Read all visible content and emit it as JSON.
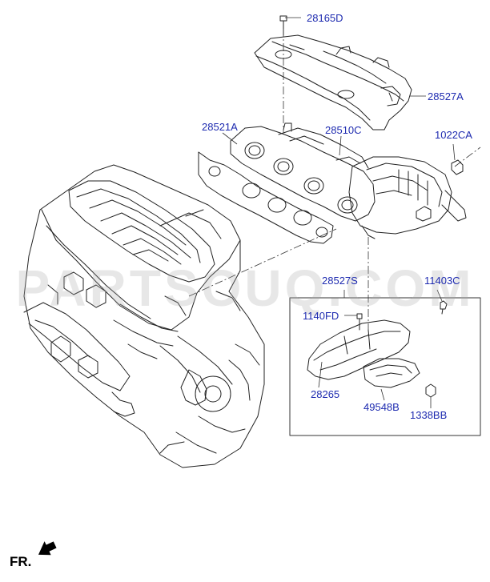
{
  "diagram": {
    "callouts": [
      {
        "id": "28165D",
        "text": "28165D"
      },
      {
        "id": "28527A",
        "text": "28527A"
      },
      {
        "id": "28521A",
        "text": "28521A"
      },
      {
        "id": "28510C",
        "text": "28510C"
      },
      {
        "id": "1022CA",
        "text": "1022CA"
      },
      {
        "id": "28527S",
        "text": "28527S"
      },
      {
        "id": "11403C",
        "text": "11403C"
      },
      {
        "id": "1140FD",
        "text": "1140FD"
      },
      {
        "id": "28265",
        "text": "28265"
      },
      {
        "id": "49548B",
        "text": "49548B"
      },
      {
        "id": "1338BB",
        "text": "1338BB"
      }
    ],
    "watermark": "PARTSOUQ.COM",
    "direction_label": "FR.",
    "colors": {
      "callout": "#1e2bb0",
      "line": "#222222",
      "leader": "#333333"
    }
  }
}
